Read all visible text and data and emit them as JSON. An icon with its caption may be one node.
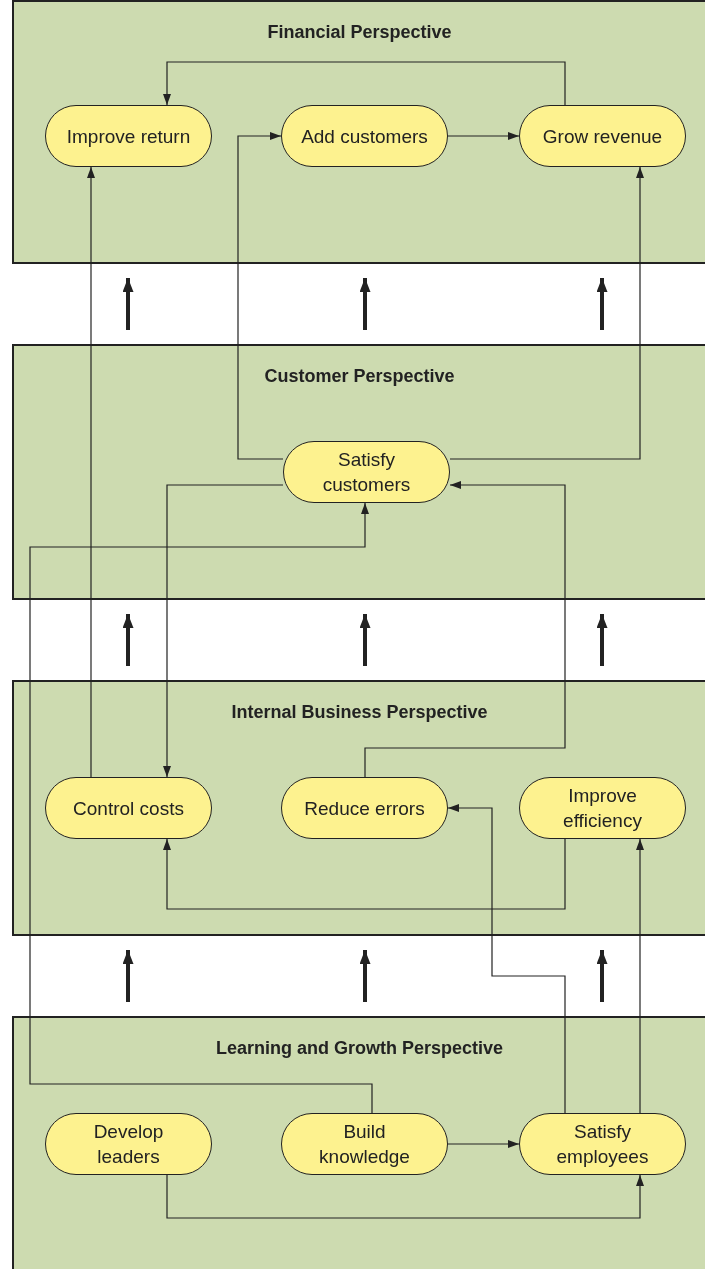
{
  "diagram": {
    "nodes": [
      {
        "text": [
          "Financial Perspective"
        ]
      },
      {
        "text": [
          "Improve return"
        ],
        "in": 0
      },
      {
        "text": [
          "Add customers"
        ],
        "in": 0
      },
      {
        "text": [
          "Grow revenue"
        ],
        "in": 0
      },
      {
        "text": [
          "Customer Perspective"
        ]
      },
      {
        "text": [
          "Satisfy customers"
        ],
        "in": 4
      },
      {
        "text": [
          "Internal Business Perspective"
        ]
      },
      {
        "text": [
          "Control costs"
        ],
        "in": 6
      },
      {
        "text": [
          "Reduce errors"
        ],
        "in": 6
      },
      {
        "text": [
          "Improve efficiency"
        ],
        "in": 6
      },
      {
        "text": [
          "Learning and Growth Perspective"
        ]
      },
      {
        "text": [
          "Develop leaders"
        ],
        "in": 10
      },
      {
        "text": [
          "Build knowledge"
        ],
        "in": 10
      },
      {
        "text": [
          "Satisfy employees"
        ],
        "in": 10
      }
    ],
    "edges": [
      {
        "from": 3,
        "to": 1,
        "arrow": "to"
      },
      {
        "from": 2,
        "to": 3,
        "arrow": "to"
      },
      {
        "from": 5,
        "to": 2,
        "arrow": "to"
      },
      {
        "from": 5,
        "to": 3,
        "arrow": "to"
      },
      {
        "from": 5,
        "to": 7,
        "arrow": "to"
      },
      {
        "from": 7,
        "to": 1,
        "arrow": "to"
      },
      {
        "from": 8,
        "to": 5,
        "arrow": "to"
      },
      {
        "from": 9,
        "to": 7,
        "arrow": "to"
      },
      {
        "from": 12,
        "to": 5,
        "arrow": "to"
      },
      {
        "from": 12,
        "to": 13,
        "arrow": "to"
      },
      {
        "from": 13,
        "to": 8,
        "arrow": "to"
      },
      {
        "from": 13,
        "to": 9,
        "arrow": "to"
      },
      {
        "from": 11,
        "to": 13,
        "arrow": "to"
      },
      {
        "from": 4,
        "to": 0,
        "arrow": "to",
        "style": "thick"
      },
      {
        "from": 4,
        "to": 0,
        "arrow": "to",
        "style": "thick"
      },
      {
        "from": 4,
        "to": 0,
        "arrow": "to",
        "style": "thick"
      },
      {
        "from": 6,
        "to": 4,
        "arrow": "to",
        "style": "thick"
      },
      {
        "from": 6,
        "to": 4,
        "arrow": "to",
        "style": "thick"
      },
      {
        "from": 6,
        "to": 4,
        "arrow": "to",
        "style": "thick"
      },
      {
        "from": 10,
        "to": 6,
        "arrow": "to",
        "style": "thick"
      },
      {
        "from": 10,
        "to": 6,
        "arrow": "to",
        "style": "thick"
      },
      {
        "from": 10,
        "to": 6,
        "arrow": "to",
        "style": "thick"
      }
    ]
  }
}
